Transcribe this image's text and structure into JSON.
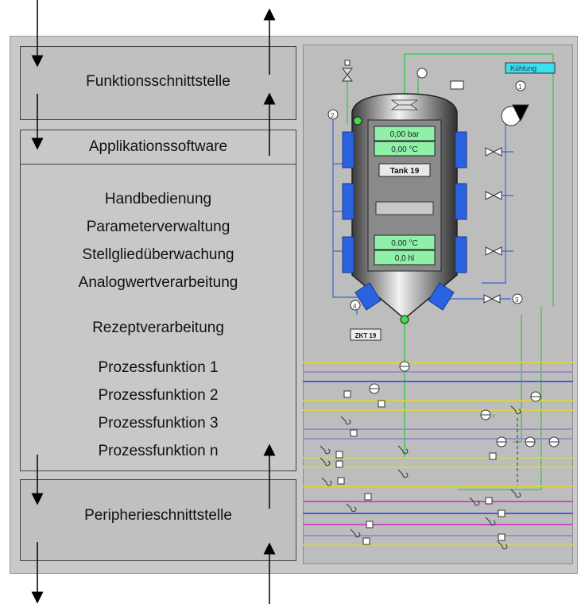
{
  "left_stack": {
    "top_box": {
      "label": "Funktionsschnittstelle"
    },
    "app_header": {
      "label": "Applikationssoftware"
    },
    "app_items_group1": [
      "Handbedienung",
      "Parameterverwaltung",
      "Stellgliedüberwachung",
      "Analogwertverarbeitung"
    ],
    "app_item_recipe": "Rezeptverarbeitung",
    "app_items_group2": [
      "Prozessfunktion 1",
      "Prozessfunktion 2",
      "Prozessfunktion 3",
      "Prozessfunktion n"
    ],
    "bottom_box": {
      "label": "Peripherieschnittstelle"
    }
  },
  "process_panel": {
    "cooling_label": "Kühlung",
    "tank_name": "Tank 19",
    "pressure_display": "0,00 bar",
    "top_temp_display": "0,00 °C",
    "bottom_temp_display": "0,00 °C",
    "volume_display": "0,0 hl",
    "zkt_label": "ZKT 19",
    "circle_2": "2",
    "circle_1": "1",
    "circle_4": "4",
    "circle_3": "3"
  },
  "colors": {
    "box_fill": "#c0c0c0",
    "panel_bg": "#bdbdbd",
    "green_line": "#44c85a",
    "blue_line": "#3a66d8",
    "tank_jacket": "#2a62e0",
    "display_green": "#8ff0a8",
    "cooling_box": "#38e0f0",
    "pipe_yellow": "#d7d24b",
    "pipe_magenta": "#c84ac8",
    "pipe_blue": "#4a5ae0",
    "pipe_lavender": "#9a8ec8"
  }
}
